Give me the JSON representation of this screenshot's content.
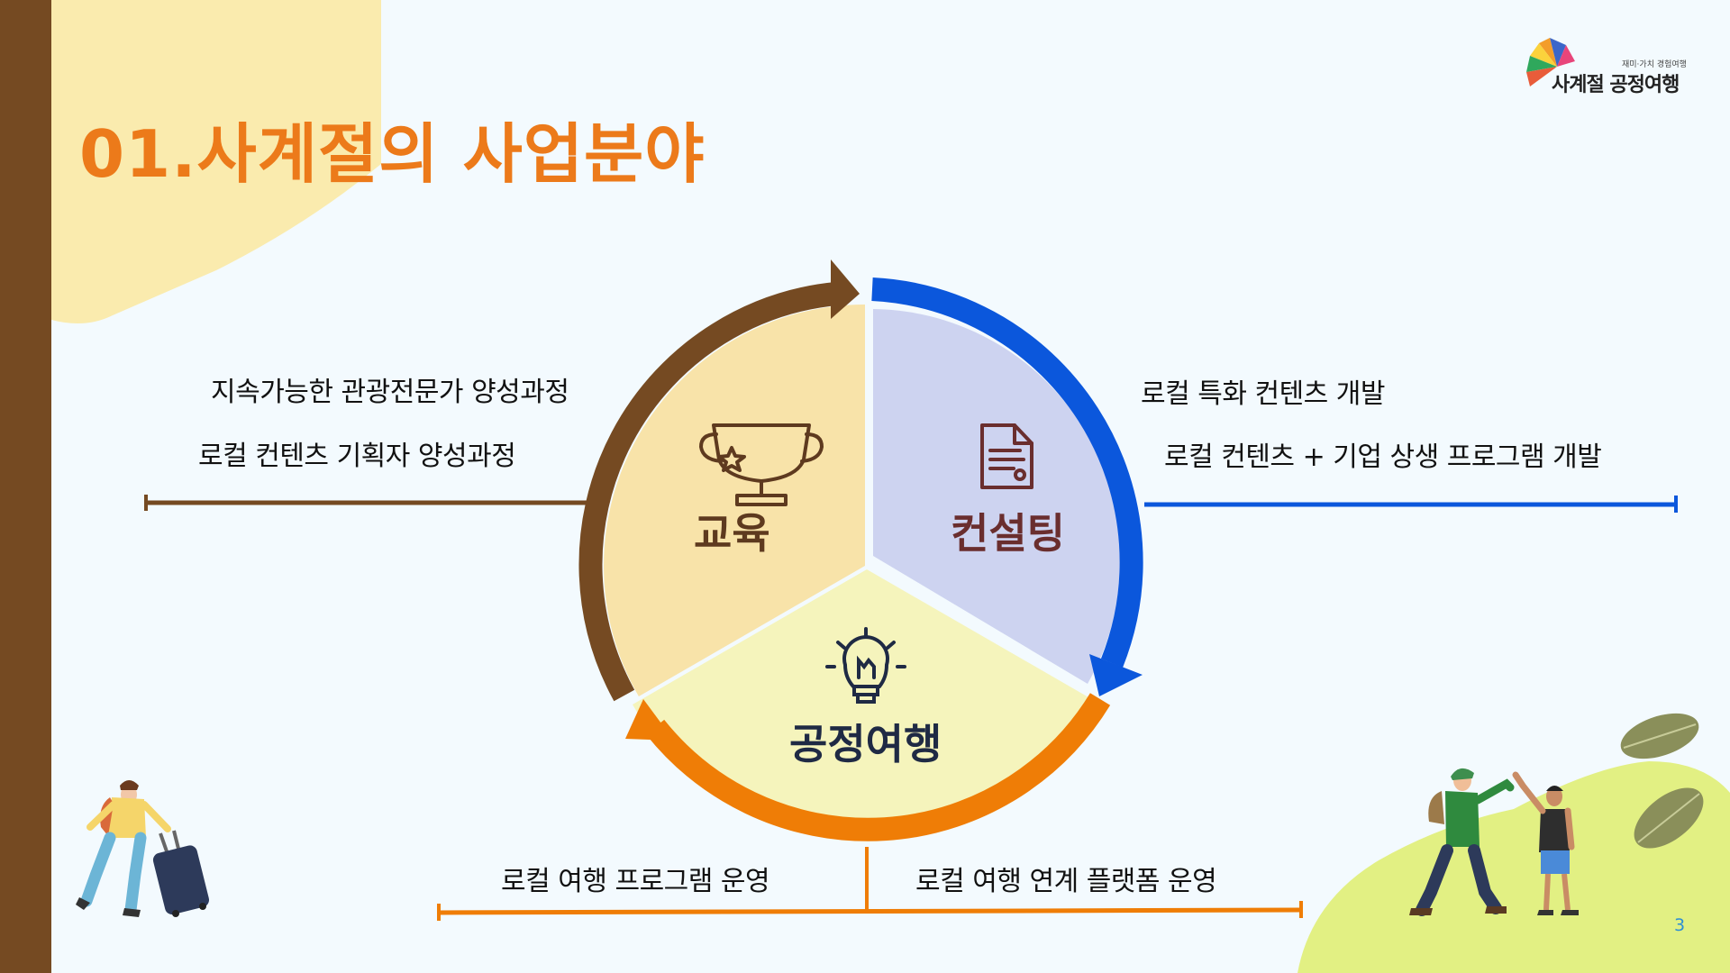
{
  "slide": {
    "title": "01.사계절의 사업분야",
    "page_number": "3"
  },
  "logo": {
    "subtitle": "재미·가치 경험여행",
    "name": "사계절 공정여행"
  },
  "segments": {
    "education": {
      "label": "교육",
      "icon": "trophy-icon",
      "color": "#F8E3A9"
    },
    "consulting": {
      "label": "컨설팅",
      "icon": "document-icon",
      "color": "#CDD3F0"
    },
    "fair_travel": {
      "label": "공정여행",
      "icon": "lightbulb-icon",
      "color": "#F5F4BC"
    }
  },
  "details": {
    "education": [
      "지속가능한 관광전문가 양성과정",
      "로컬 컨텐츠 기획자  양성과정"
    ],
    "consulting": [
      "로컬  특화 컨텐츠 개발",
      "로컬  컨텐츠 + 기업   상생 프로그램 개발"
    ],
    "fair_travel": [
      "로컬  여행 프로그램 운영",
      "로컬 여행 연계  플랫폼 운영"
    ]
  },
  "colors": {
    "brown": "#754A22",
    "blue": "#0B57DC",
    "orange": "#EF7D06",
    "title": "#EC7A1A"
  }
}
